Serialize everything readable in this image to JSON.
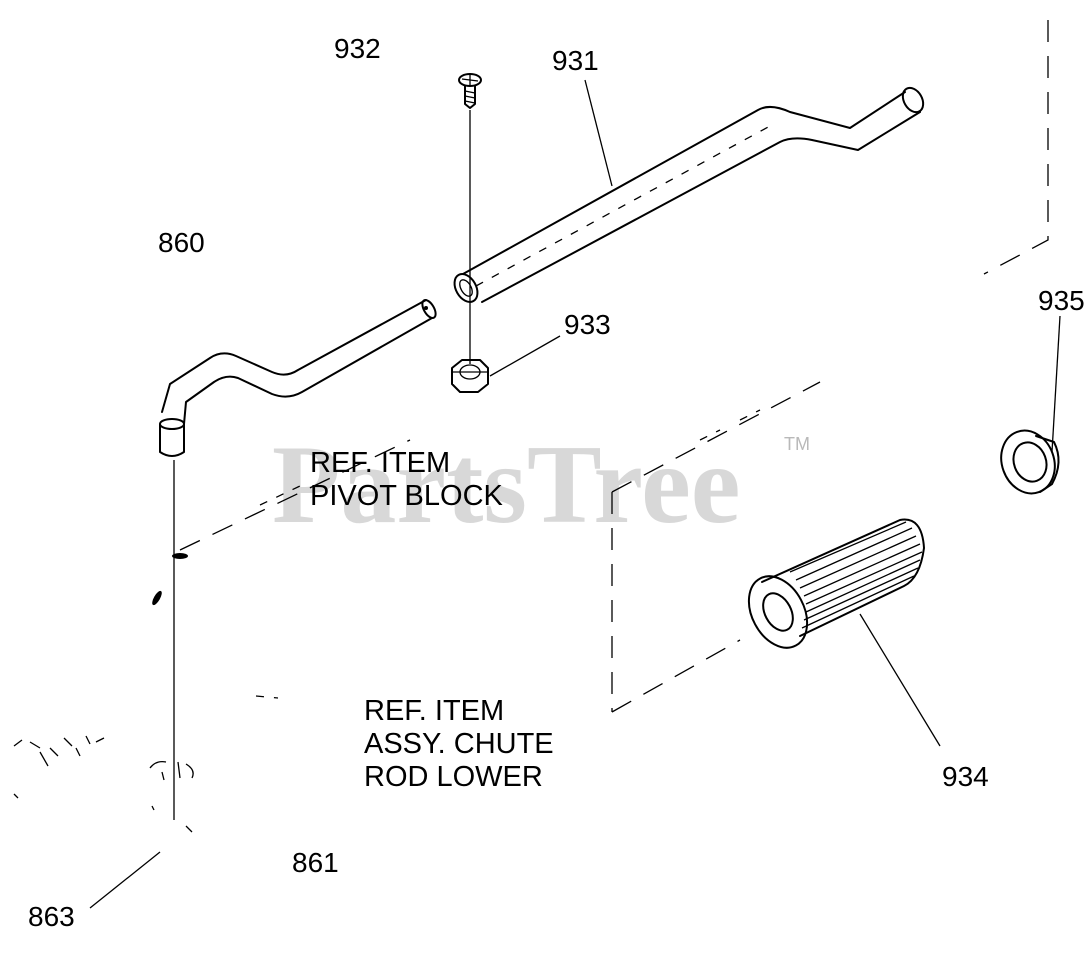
{
  "watermark": {
    "text": "PartsTree",
    "trademark": "TM"
  },
  "parts": {
    "p931": "931",
    "p932": "932",
    "p933": "933",
    "p934": "934",
    "p935": "935",
    "p860": "860",
    "p861": "861",
    "p863": "863"
  },
  "references": {
    "pivot_block": {
      "line1": "REF. ITEM",
      "line2": "PIVOT BLOCK"
    },
    "chute_rod": {
      "line1": "REF. ITEM",
      "line2": "ASSY. CHUTE",
      "line3": "ROD LOWER"
    }
  }
}
